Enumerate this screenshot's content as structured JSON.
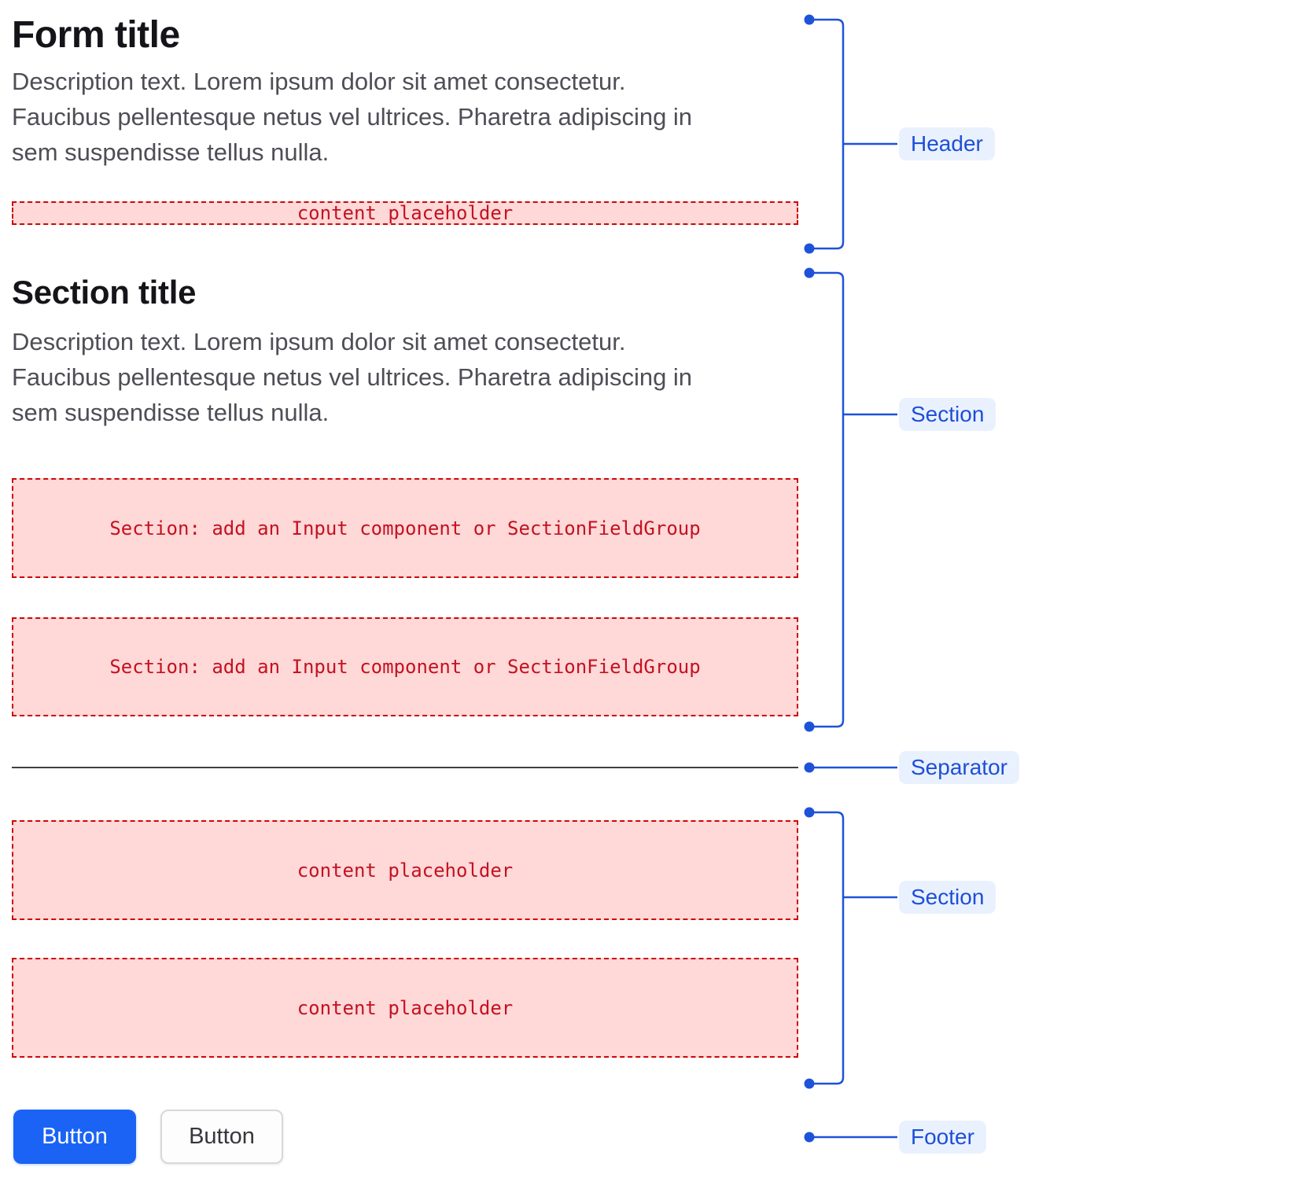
{
  "form": {
    "header": {
      "title": "Form title",
      "description_lines": [
        "Description text. Lorem ipsum dolor sit amet consectetur.",
        "Faucibus pellentesque netus vel ultrices. Pharetra adipiscing in",
        "sem suspendisse tellus nulla."
      ],
      "content_placeholder": "content placeholder"
    },
    "section": {
      "title": "Section title",
      "description_lines": [
        "Description text. Lorem ipsum dolor sit amet consectetur.",
        "Faucibus pellentesque netus vel ultrices. Pharetra adipiscing in",
        "sem suspendisse tellus nulla."
      ],
      "field_placeholders": [
        "Section: add an Input component or SectionFieldGroup",
        "Section: add an Input component or SectionFieldGroup"
      ]
    },
    "lower_section": {
      "content_placeholders": [
        "content placeholder",
        "content placeholder"
      ]
    },
    "footer": {
      "buttons": [
        {
          "label": "Button",
          "style": "primary"
        },
        {
          "label": "Button",
          "style": "secondary"
        }
      ]
    }
  },
  "annotations": {
    "header": "Header",
    "section_top": "Section",
    "separator": "Separator",
    "section_bottom": "Section",
    "footer": "Footer"
  },
  "colors": {
    "annotation_blue": "#1d52d9",
    "badge_background": "#eaf1fe",
    "badge_text": "#1d4fd8",
    "placeholder_fill": "#ffd8d8",
    "placeholder_border": "#cb0808",
    "placeholder_text": "#c31220",
    "primary_button": "#1a63f4",
    "separator_line": "#3f3f46"
  }
}
